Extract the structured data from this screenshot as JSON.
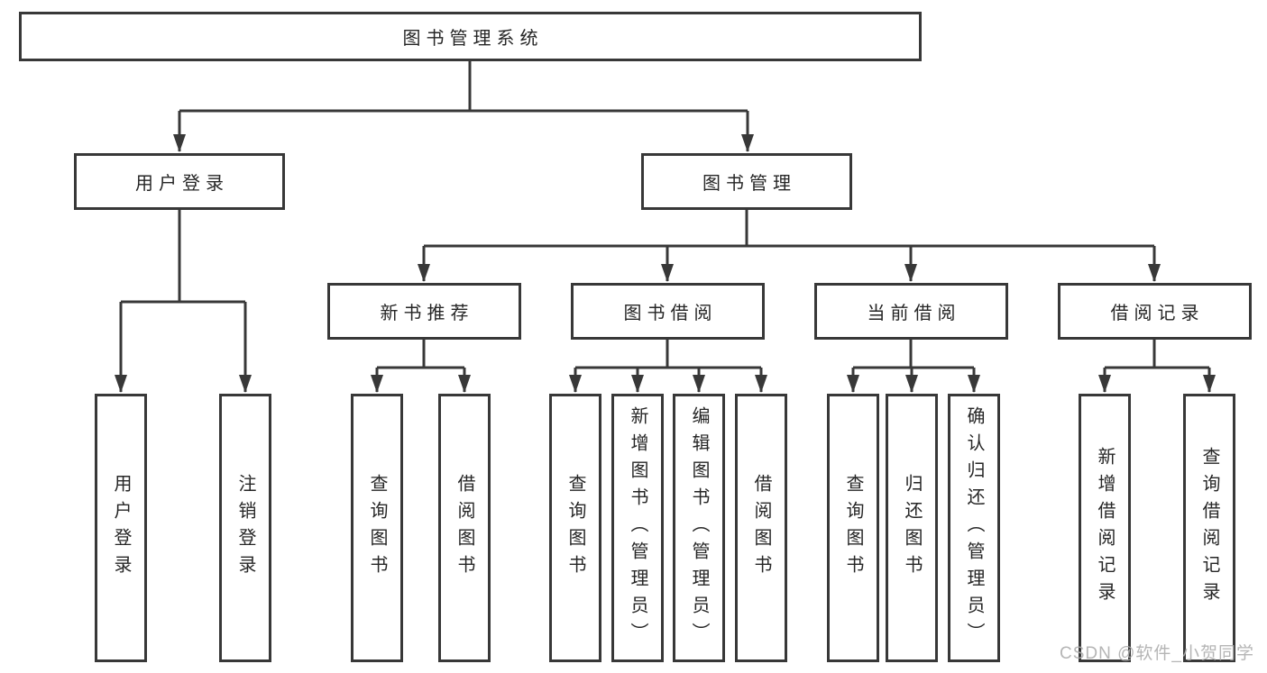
{
  "diagram": {
    "type": "hierarchy-tree",
    "title": "图书管理系统"
  },
  "tree": {
    "label": "图书管理系统",
    "children": [
      {
        "label": "用户登录",
        "children": [
          {
            "label": "用户登录"
          },
          {
            "label": "注销登录"
          }
        ]
      },
      {
        "label": "图书管理",
        "children": [
          {
            "label": "新书推荐",
            "children": [
              {
                "label": "查询图书"
              },
              {
                "label": "借阅图书"
              }
            ]
          },
          {
            "label": "图书借阅",
            "children": [
              {
                "label": "查询图书"
              },
              {
                "label": "新增图书（管理员）"
              },
              {
                "label": "编辑图书（管理员）"
              },
              {
                "label": "借阅图书"
              }
            ]
          },
          {
            "label": "当前借阅",
            "children": [
              {
                "label": "查询图书"
              },
              {
                "label": "归还图书"
              },
              {
                "label": "确认归还（管理员）"
              }
            ]
          },
          {
            "label": "借阅记录",
            "children": [
              {
                "label": "新增借阅记录"
              },
              {
                "label": "查询借阅记录"
              }
            ]
          }
        ]
      }
    ]
  },
  "watermark": {
    "text": "CSDN @软件_小贺同学"
  },
  "colors": {
    "line": "#383838",
    "box_border": "#383838",
    "text": "#262626",
    "watermark": "#adadad",
    "background": "#ffffff"
  }
}
